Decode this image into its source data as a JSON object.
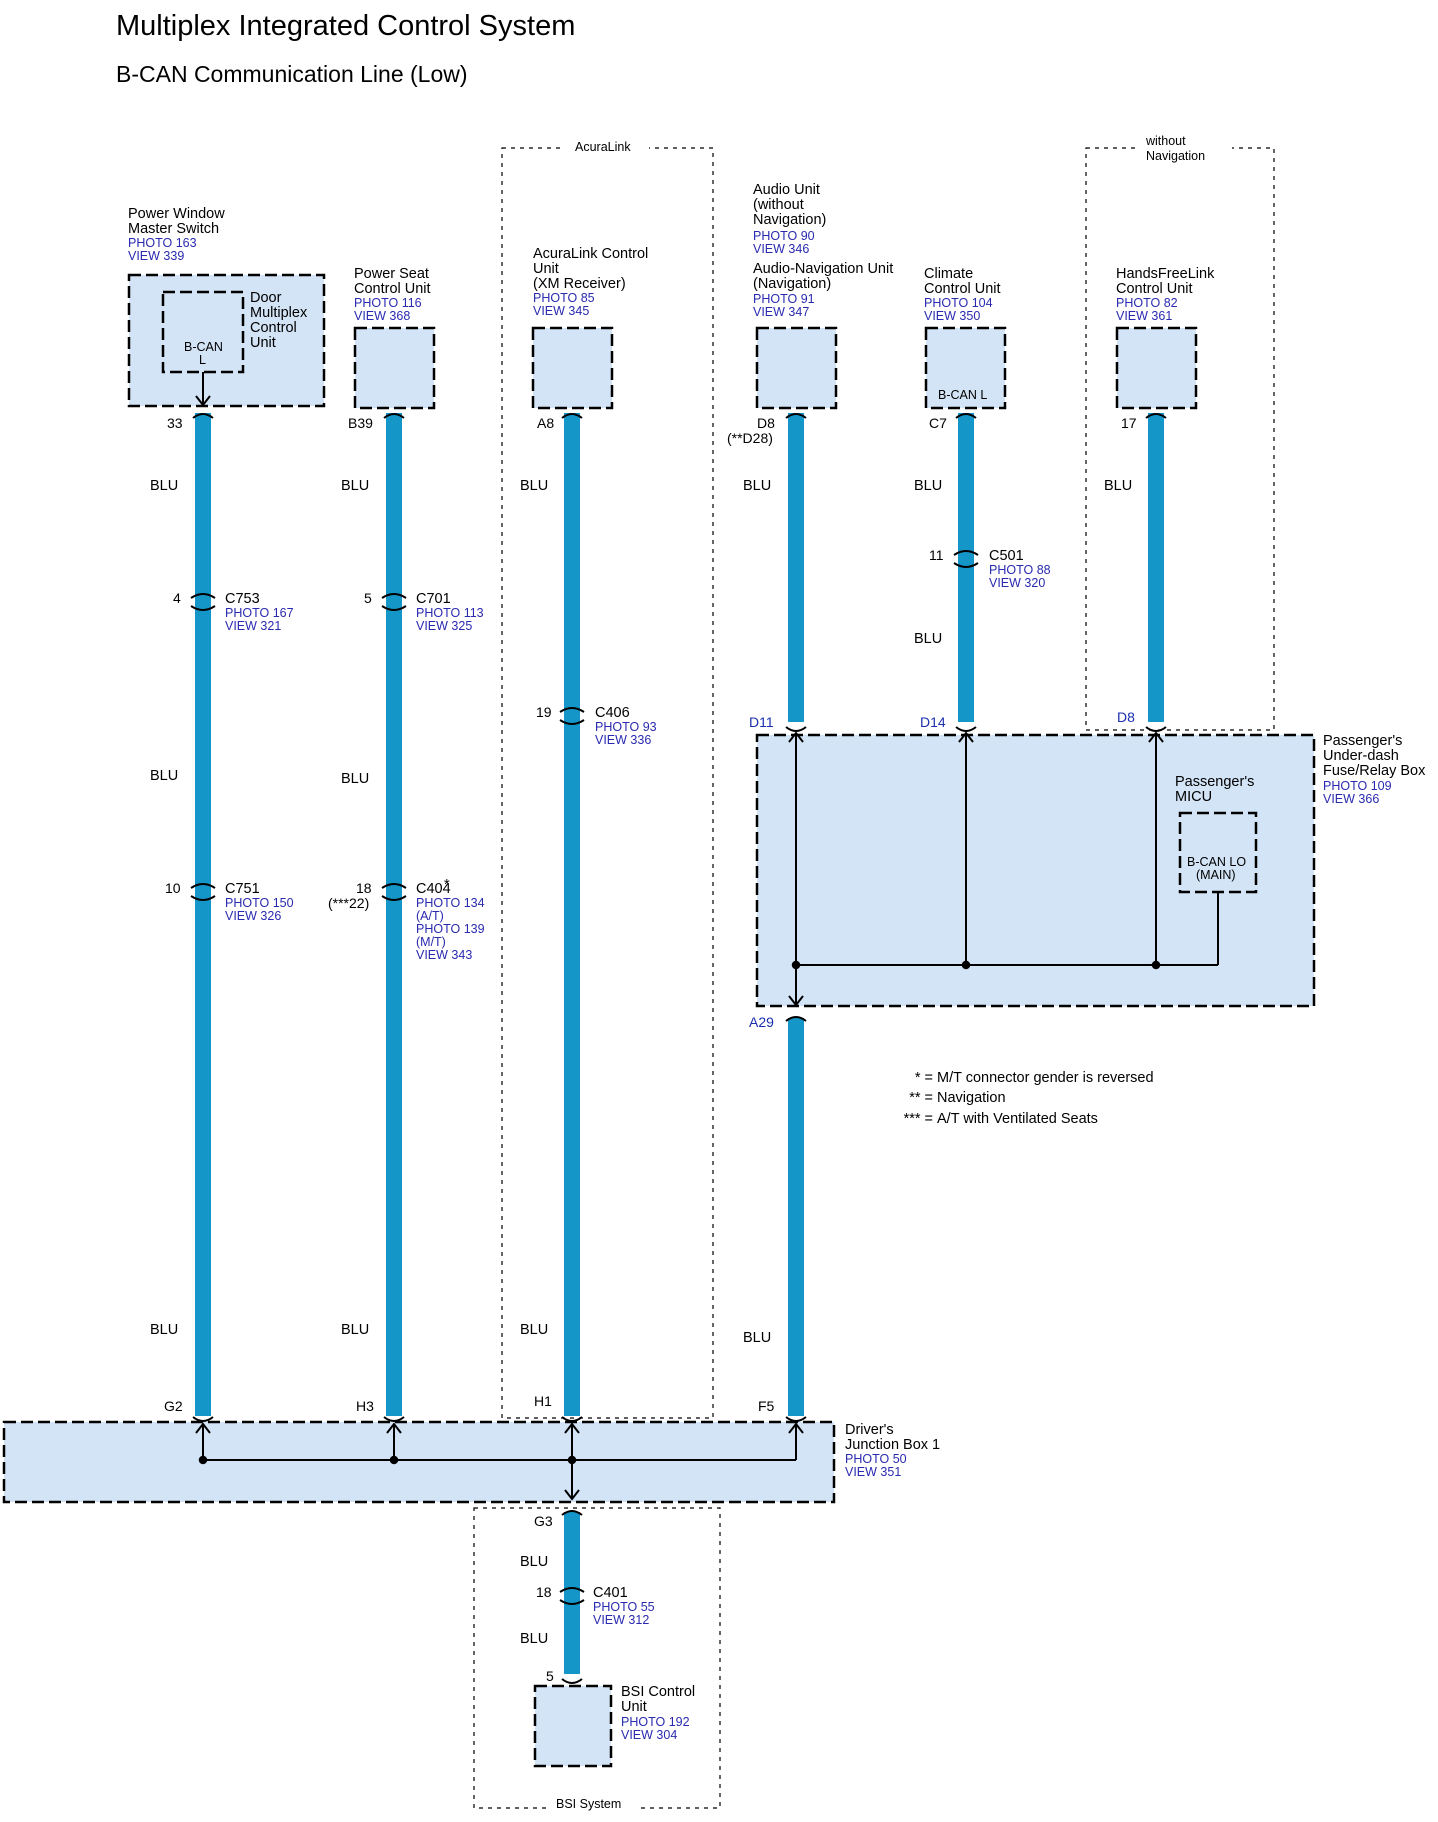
{
  "title": "Multiplex Integrated Control System",
  "subtitle": "B-CAN Communication Line (Low)",
  "groups": {
    "acuralink": "AcuraLink",
    "without_nav": [
      "without",
      "Navigation"
    ],
    "bsi_system": "BSI System"
  },
  "components": {
    "power_window": {
      "lines": [
        "Power Window",
        "Master Switch"
      ],
      "photo": "PHOTO 163",
      "view": "VIEW 339"
    },
    "door_mcu": {
      "lines": [
        "Door",
        "Multiplex",
        "Control",
        "Unit"
      ],
      "terminal": [
        "B-CAN",
        "L"
      ]
    },
    "power_seat": {
      "lines": [
        "Power Seat",
        "Control Unit"
      ],
      "photo": "PHOTO 116",
      "view": "VIEW 368"
    },
    "acuralink_cu": {
      "lines": [
        "AcuraLink Control",
        "Unit",
        "(XM Receiver)"
      ],
      "photo": "PHOTO 85",
      "view": "VIEW 345"
    },
    "audio_unit": {
      "lines": [
        "Audio Unit",
        "(without",
        "Navigation)"
      ],
      "photo": "PHOTO 90",
      "view": "VIEW 346"
    },
    "audio_nav": {
      "lines": [
        "Audio-Navigation Unit",
        "(Navigation)"
      ],
      "photo": "PHOTO 91",
      "view": "VIEW 347"
    },
    "climate": {
      "lines": [
        "Climate",
        "Control Unit"
      ],
      "photo": "PHOTO 104",
      "view": "VIEW 350",
      "terminal": "B-CAN L"
    },
    "handsfree": {
      "lines": [
        "HandsFreeLink",
        "Control Unit"
      ],
      "photo": "PHOTO 82",
      "view": "VIEW 361"
    },
    "pass_fuse": {
      "lines": [
        "Passenger's",
        "Under-dash",
        "Fuse/Relay Box"
      ],
      "photo": "PHOTO 109",
      "view": "VIEW 366"
    },
    "pass_micu": {
      "lines": [
        "Passenger's",
        "MICU"
      ],
      "terminal": [
        "B-CAN LO",
        "(MAIN)"
      ]
    },
    "driver_jb": {
      "lines": [
        "Driver's",
        "Junction Box 1"
      ],
      "photo": "PHOTO 50",
      "view": "VIEW 351"
    },
    "bsi": {
      "lines": [
        "BSI Control",
        "Unit"
      ],
      "photo": "PHOTO 192",
      "view": "VIEW 304"
    }
  },
  "pins": {
    "pw_top": "33",
    "ps_top": "B39",
    "al_top": "A8",
    "au_top": "D8",
    "au_top_alt": "(**D28)",
    "cl_top": "C7",
    "hf_top": "17",
    "au_fuse": "D11",
    "cl_fuse": "D14",
    "hf_fuse": "D8",
    "au_fuse_bottom": "A29",
    "pw_jb": "G2",
    "ps_jb": "H3",
    "al_jb": "H1",
    "au_jb": "F5",
    "bsi_jb": "G3",
    "bsi_top": "5"
  },
  "connectors": {
    "c753": {
      "pin": "4",
      "name": "C753",
      "photo": "PHOTO 167",
      "view": "VIEW 321"
    },
    "c751": {
      "pin": "10",
      "name": "C751",
      "photo": "PHOTO 150",
      "view": "VIEW 326"
    },
    "c701": {
      "pin": "5",
      "name": "C701",
      "photo": "PHOTO 113",
      "view": "VIEW 325"
    },
    "c404": {
      "pin": "18",
      "pin_alt": "(***22)",
      "name": "C404",
      "mark": "*",
      "photo1": "PHOTO 134",
      "note1": "(A/T)",
      "photo2": "PHOTO 139",
      "note2": "(M/T)",
      "view": "VIEW 343"
    },
    "c406": {
      "pin": "19",
      "name": "C406",
      "photo": "PHOTO 93",
      "view": "VIEW 336"
    },
    "c501": {
      "pin": "11",
      "name": "C501",
      "photo": "PHOTO 88",
      "view": "VIEW 320"
    },
    "c401": {
      "pin": "18",
      "name": "C401",
      "photo": "PHOTO 55",
      "view": "VIEW 312"
    }
  },
  "wire_color": "BLU",
  "wire_hex": "#1496c8",
  "box_fill_hex": "#d3e4f6",
  "notes": [
    {
      "mark": "* = ",
      "text": "M/T connector gender is reversed"
    },
    {
      "mark": "** = ",
      "text": "Navigation"
    },
    {
      "mark": "*** = ",
      "text": "A/T with Ventilated Seats"
    }
  ]
}
